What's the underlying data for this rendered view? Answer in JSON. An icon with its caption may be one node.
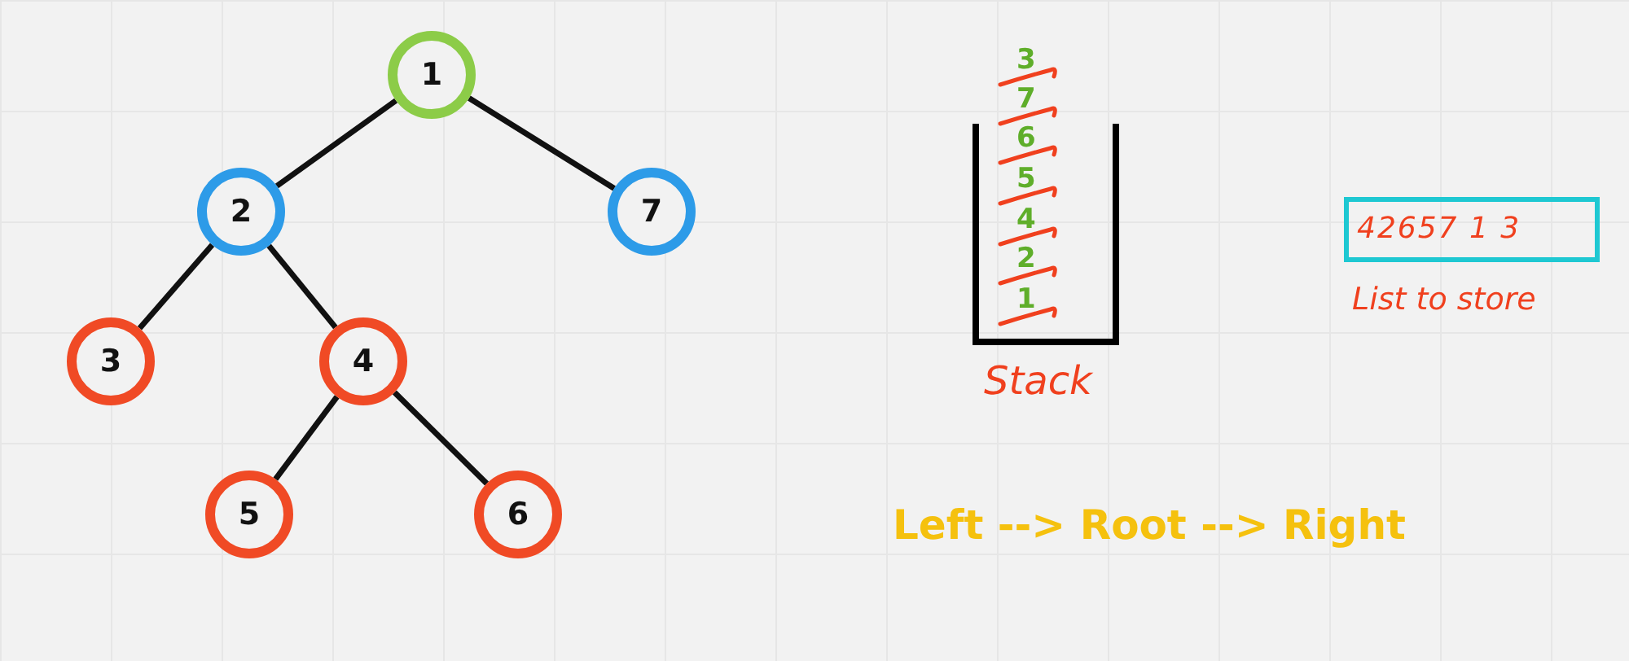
{
  "diagram": {
    "nodes": [
      {
        "text": [
          "1"
        ]
      },
      {
        "text": [
          "2"
        ]
      },
      {
        "text": [
          "7"
        ]
      },
      {
        "text": [
          "3"
        ]
      },
      {
        "text": [
          "4"
        ]
      },
      {
        "text": [
          "5"
        ]
      },
      {
        "text": [
          "6"
        ]
      },
      {
        "text": [
          "Stack"
        ]
      },
      {
        "text": [
          "42657 1 3"
        ],
        "beside": [
          "List to store"
        ]
      }
    ],
    "edges": [
      {
        "from": 0,
        "to": 1,
        "arrow": "none"
      },
      {
        "from": 0,
        "to": 2,
        "arrow": "none"
      },
      {
        "from": 1,
        "to": 3,
        "arrow": "none"
      },
      {
        "from": 1,
        "to": 4,
        "arrow": "none"
      },
      {
        "from": 4,
        "to": 5,
        "arrow": "none"
      },
      {
        "from": 4,
        "to": 6,
        "arrow": "none"
      }
    ],
    "labels": [
      "3",
      "7",
      "6",
      "5",
      "4",
      "2",
      "1",
      "Left --> Root --> Right"
    ]
  }
}
